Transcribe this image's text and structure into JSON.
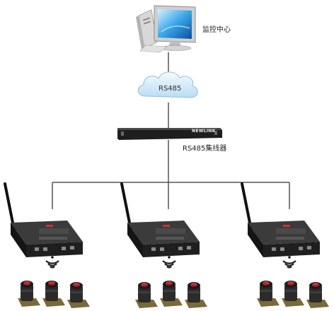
{
  "monitor_center": {
    "label": "监控中心",
    "icon": "computer-icon"
  },
  "network": {
    "label": "RS485",
    "icon": "cloud-icon"
  },
  "hub": {
    "label": "RS485集线器",
    "brand": "NEWLINK",
    "icon": "rack-switch-icon"
  },
  "gateways": [
    {
      "name": "gateway-left",
      "sensors": 3
    },
    {
      "name": "gateway-center",
      "sensors": 3
    },
    {
      "name": "gateway-right",
      "sensors": 3
    }
  ],
  "colors": {
    "line": "#555555",
    "device_body": "#2b2b2b",
    "sensor_cap": "#c0262b",
    "sensor_body": "#2f2f2f",
    "cloud": "#cfe6f7"
  }
}
